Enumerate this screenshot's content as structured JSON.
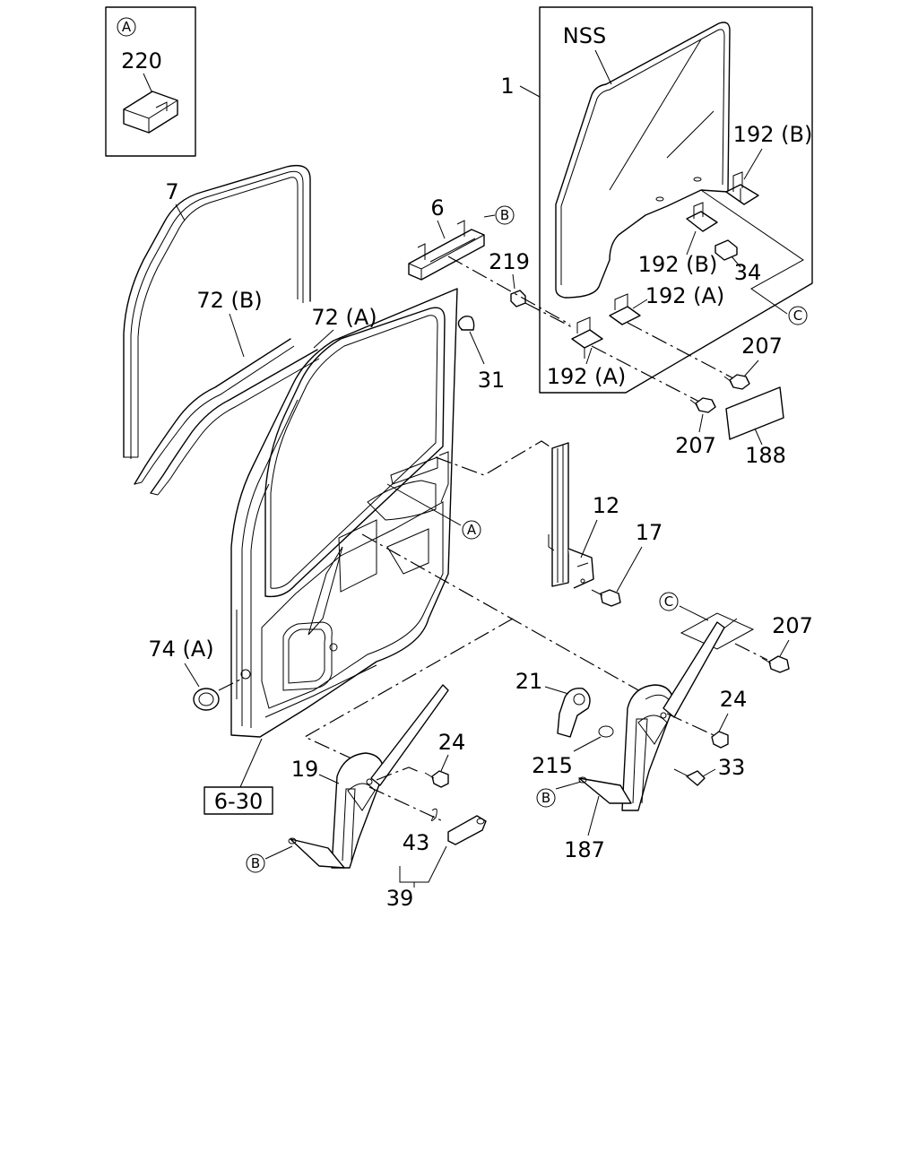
{
  "labels": {
    "inset_ref": "A",
    "p220": "220",
    "p7": "7",
    "p72b": "72 (B)",
    "p72a": "72 (A)",
    "p6": "6",
    "ref_b_top": "B",
    "p219": "219",
    "p31": "31",
    "p1": "1",
    "nss": "NSS",
    "p192b_1": "192 (B)",
    "p192b_2": "192 (B)",
    "p34": "34",
    "p192a_1": "192 (A)",
    "p192a_2": "192 (A)",
    "ref_c_top": "C",
    "p207_1": "207",
    "p207_2": "207",
    "p188": "188",
    "ref_a_mid": "A",
    "p12": "12",
    "p17": "17",
    "ref_c_mid": "C",
    "p207_3": "207",
    "p74a": "74 (A)",
    "p21": "21",
    "p24_1": "24",
    "p24_2": "24",
    "p33": "33",
    "p215": "215",
    "ref_b_right": "B",
    "p187": "187",
    "p19": "19",
    "p43": "43",
    "p39": "39",
    "ref_b_left": "B",
    "p630": "6-30"
  }
}
